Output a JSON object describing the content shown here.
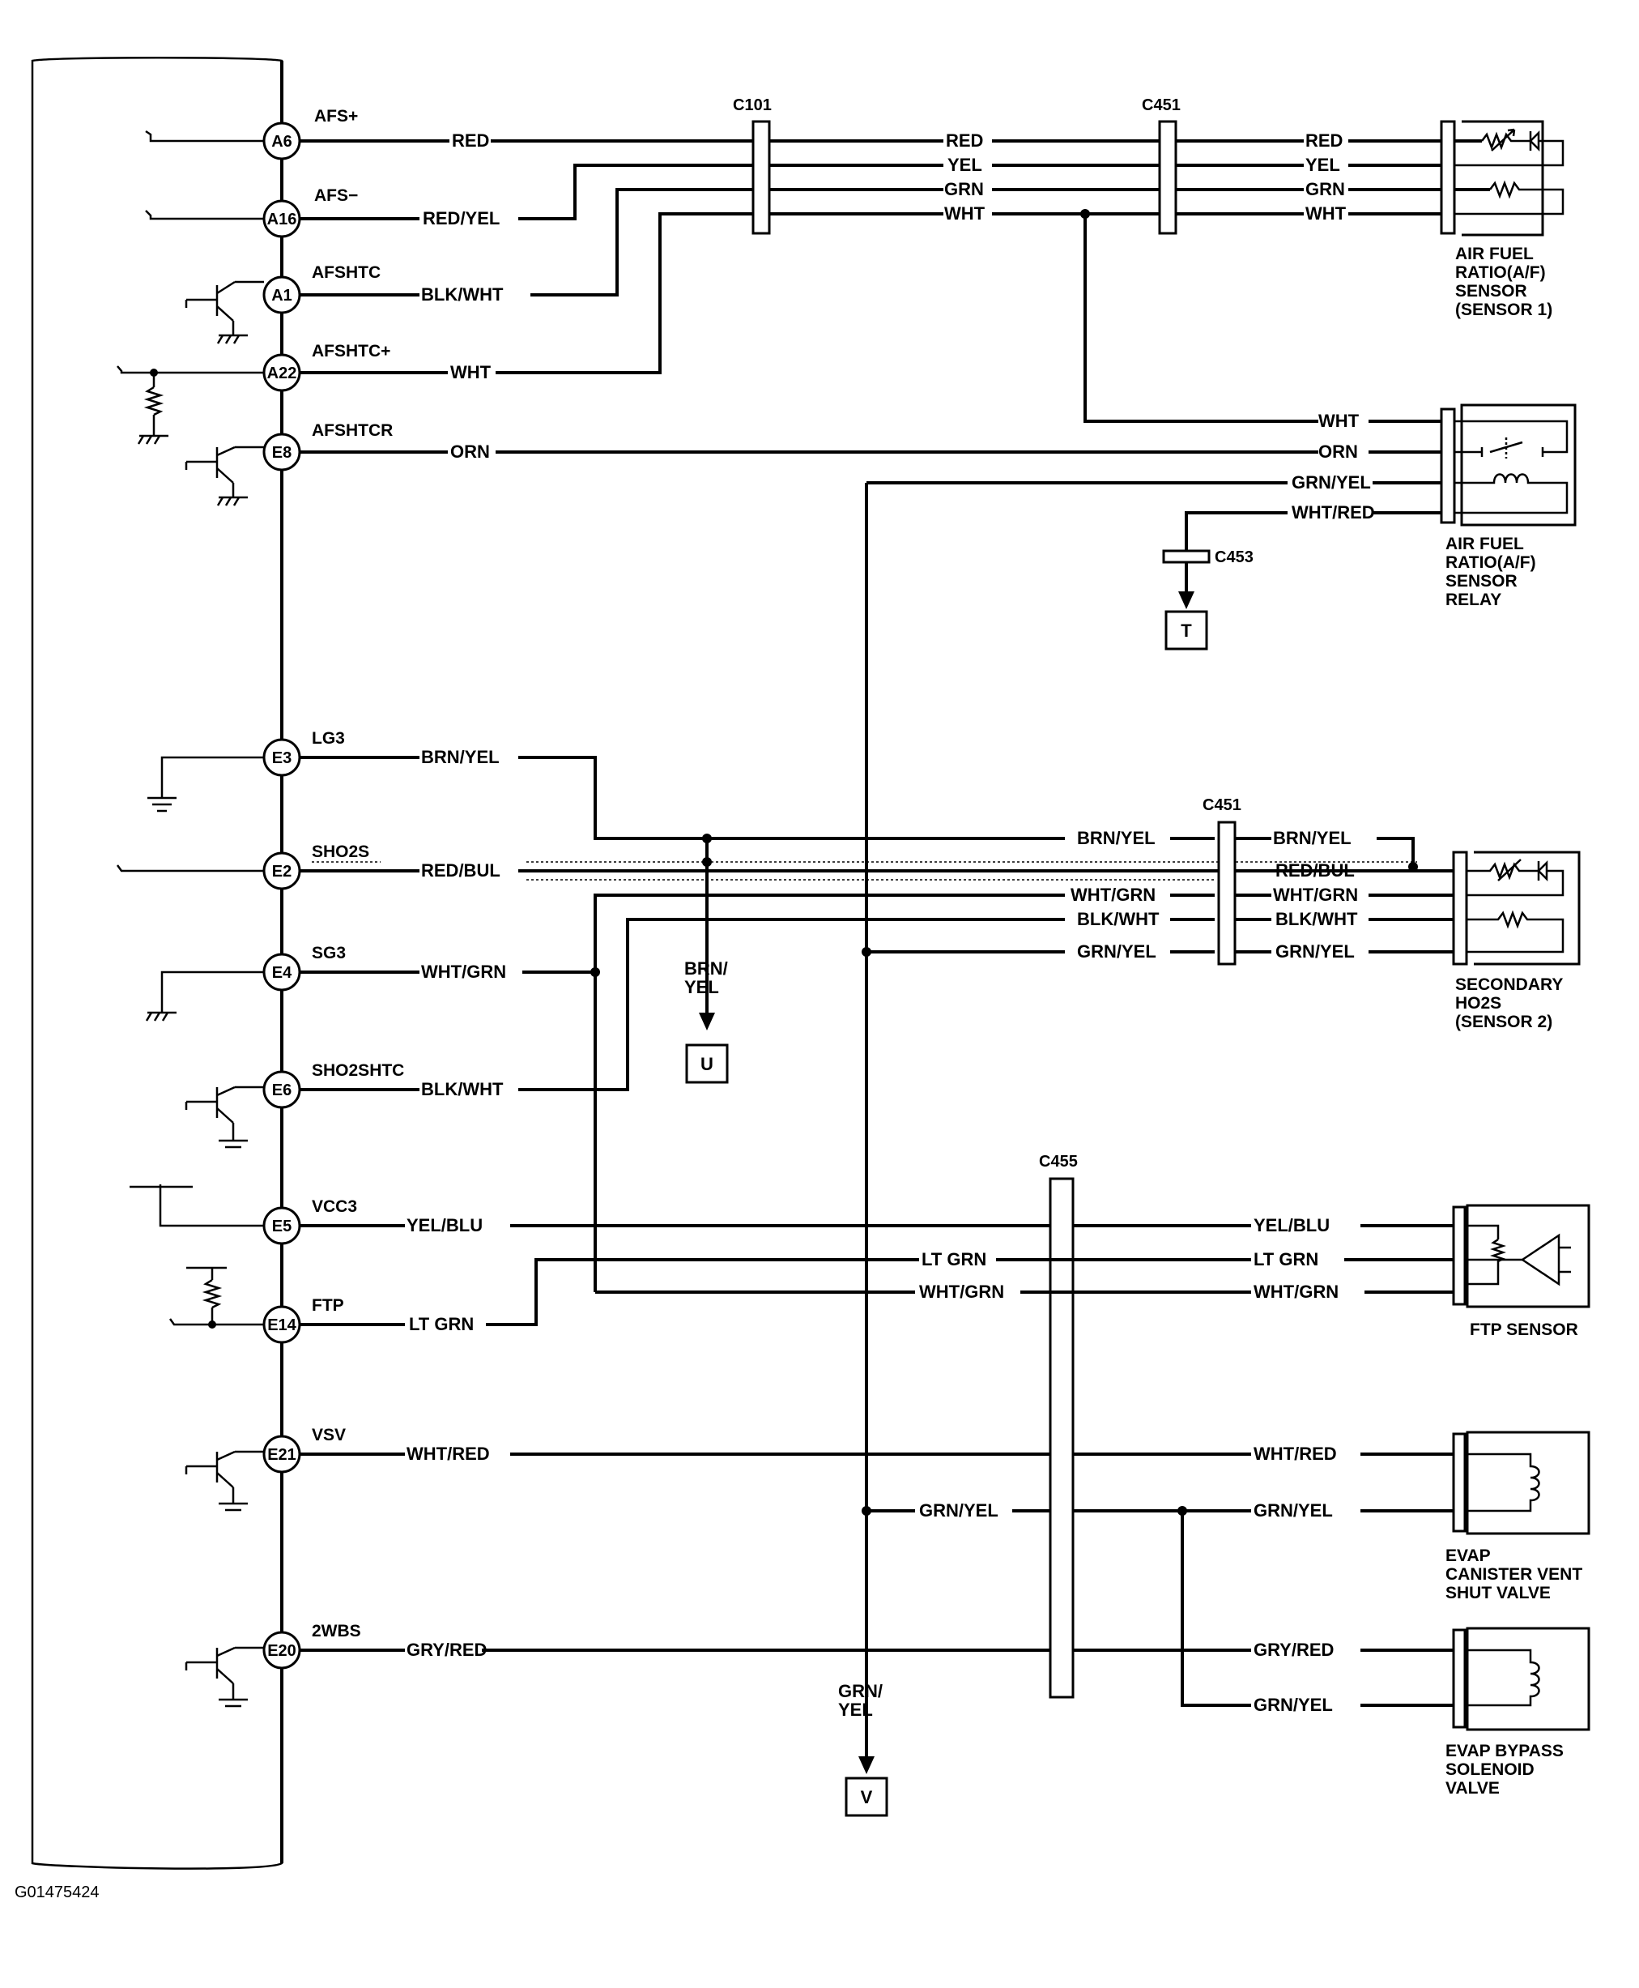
{
  "diagram_id": "G01475424",
  "ecm_pins": [
    {
      "id": "A6",
      "name": "AFS+",
      "wire": "RED"
    },
    {
      "id": "A16",
      "name": "AFS−",
      "wire": "RED/YEL"
    },
    {
      "id": "A1",
      "name": "AFSHTC",
      "wire": "BLK/WHT"
    },
    {
      "id": "A22",
      "name": "AFSHTC+",
      "wire": "WHT"
    },
    {
      "id": "E8",
      "name": "AFSHTCR",
      "wire": "ORN"
    },
    {
      "id": "E3",
      "name": "LG3",
      "wire": "BRN/YEL"
    },
    {
      "id": "E2",
      "name": "SHO2S",
      "wire": "RED/BUL"
    },
    {
      "id": "E4",
      "name": "SG3",
      "wire": "WHT/GRN"
    },
    {
      "id": "E6",
      "name": "SHO2SHTC",
      "wire": "BLK/WHT"
    },
    {
      "id": "E5",
      "name": "VCC3",
      "wire": "YEL/BLU"
    },
    {
      "id": "E14",
      "name": "FTP",
      "wire": "LT GRN"
    },
    {
      "id": "E21",
      "name": "VSV",
      "wire": "WHT/RED"
    },
    {
      "id": "E20",
      "name": "2WBS",
      "wire": "GRY/RED"
    }
  ],
  "connectors": {
    "c101": "C101",
    "c451_top": "C451",
    "c451_mid": "C451",
    "c453": "C453",
    "c455": "C455"
  },
  "wires": {
    "c101_red": "RED",
    "c101_yel": "YEL",
    "c101_grn": "GRN",
    "c101_wht": "WHT",
    "af_red": "RED",
    "af_yel": "YEL",
    "af_grn": "GRN",
    "af_wht": "WHT",
    "relay_wht": "WHT",
    "relay_orn": "ORN",
    "relay_grnyel": "GRN/YEL",
    "relay_whtred": "WHT/RED",
    "ho2s_in_brnyel": "BRN/YEL",
    "ho2s_in_whtgrn": "WHT/GRN",
    "ho2s_in_blkwht": "BLK/WHT",
    "ho2s_in_grnyel": "GRN/YEL",
    "ho2s_brnyel": "BRN/YEL",
    "ho2s_redbul": "RED/BUL",
    "ho2s_whtgrn": "WHT/GRN",
    "ho2s_blkwht": "BLK/WHT",
    "ho2s_grnyel": "GRN/YEL",
    "u_wire": "BRN/\nYEL",
    "ftp_ltgrn_mid": "LT GRN",
    "ftp_whtgrn_mid": "WHT/GRN",
    "ftp_yelblu": "YEL/BLU",
    "ftp_ltgrn": "LT GRN",
    "ftp_whtgrn": "WHT/GRN",
    "evap_grnyel_mid": "GRN/YEL",
    "vent_whtred": "WHT/RED",
    "vent_grnyel": "GRN/YEL",
    "bypass_gryred": "GRY/RED",
    "bypass_grnyel": "GRN/YEL",
    "v_wire": "GRN/\nYEL"
  },
  "offpage": {
    "t": "T",
    "u": "U",
    "v": "V"
  },
  "components": {
    "af_sensor": [
      "AIR FUEL",
      "RATIO(A/F)",
      "SENSOR",
      "(SENSOR 1)"
    ],
    "af_relay": [
      "AIR FUEL",
      "RATIO(A/F)",
      "SENSOR",
      "RELAY"
    ],
    "ho2s": [
      "SECONDARY",
      "HO2S",
      "(SENSOR 2)"
    ],
    "ftp": [
      "FTP SENSOR"
    ],
    "evap_vent": [
      "EVAP",
      "CANISTER VENT",
      "SHUT VALVE"
    ],
    "evap_bypass": [
      "EVAP BYPASS",
      "SOLENOID",
      "VALVE"
    ]
  }
}
